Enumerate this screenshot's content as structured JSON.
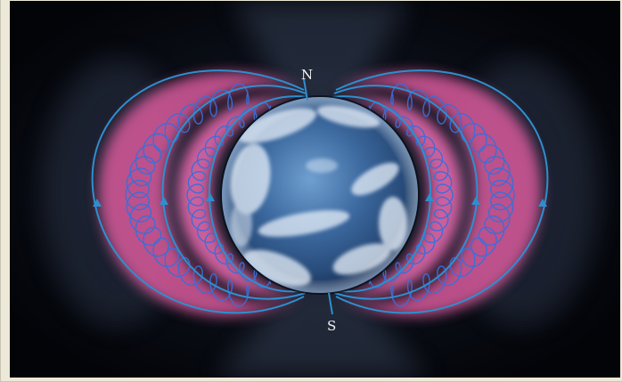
{
  "diagram": {
    "north_label": "N",
    "south_label": "S",
    "colors": {
      "background": "#07090f",
      "belt_fill": "#d85a9c",
      "field_line": "#2e8fcf",
      "helix": "#3a6fd8",
      "earth_ocean": "#2f5d93"
    },
    "icons": [
      "earth-globe",
      "field-line-arrow",
      "helical-particle-path"
    ]
  }
}
